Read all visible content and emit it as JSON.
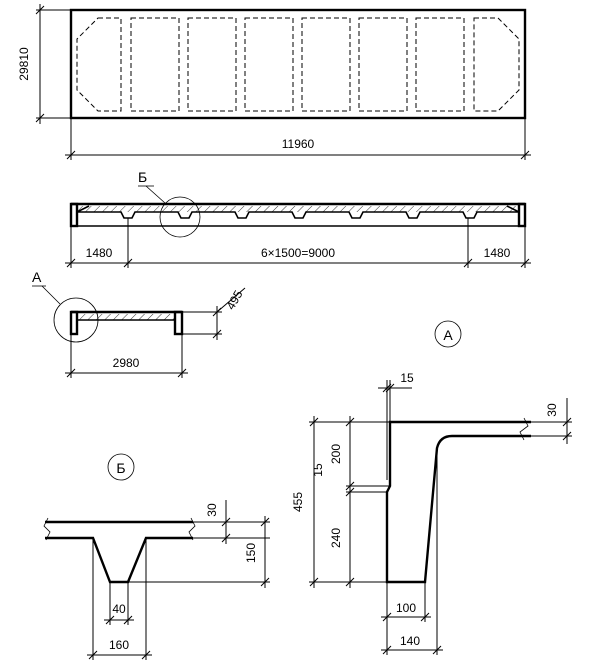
{
  "dimensions": {
    "plan_width": "29810",
    "plan_length": "11960",
    "section_end_left": "1480",
    "section_middle": "6×1500=9000",
    "section_end_right": "1480",
    "end_height": "495",
    "end_width": "2980",
    "detail_a_top": "15",
    "detail_a_flange": "30",
    "detail_a_upper": "200",
    "detail_a_step": "15",
    "detail_a_total": "455",
    "detail_a_lower": "240",
    "detail_a_bottom": "100",
    "detail_a_base": "140",
    "detail_b_flange": "30",
    "detail_b_rib_height": "150",
    "detail_b_rib_bottom": "40",
    "detail_b_rib_top": "160"
  },
  "labels": {
    "callout_b": "Б",
    "callout_a": "А",
    "detail_a_title": "А",
    "detail_b_title": "Б"
  }
}
